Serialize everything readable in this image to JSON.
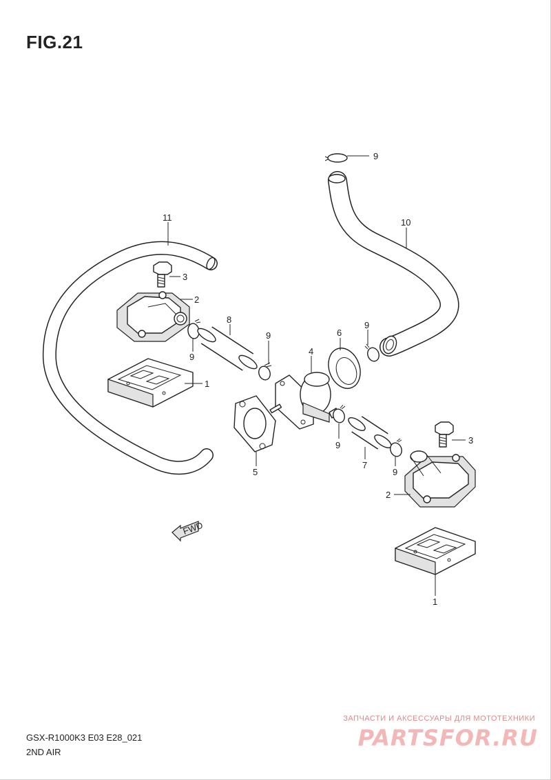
{
  "figure": {
    "title": "FIG.21"
  },
  "footer": {
    "model_code": "GSX-R1000K3 E03 E28_021",
    "section_name": "2ND AIR"
  },
  "watermark": {
    "tagline": "ЗАПЧАСТИ И АКСЕССУАРЫ ДЛЯ МОТОТЕХНИКИ",
    "brand": "PARTSFOR.RU"
  },
  "callouts": {
    "c9_top": "9",
    "c10": "10",
    "c11": "11",
    "c3_left": "3",
    "c2_left": "2",
    "c8": "8",
    "c9_left_low": "9",
    "c9_mid": "9",
    "c6": "6",
    "c9_right_up": "9",
    "c4": "4",
    "c1_left": "1",
    "c5": "5",
    "c9_under4": "9",
    "c7": "7",
    "c9_right_low": "9",
    "c3_right": "3",
    "c2_right": "2",
    "c1_right": "1"
  },
  "fwd_label": "FWD"
}
